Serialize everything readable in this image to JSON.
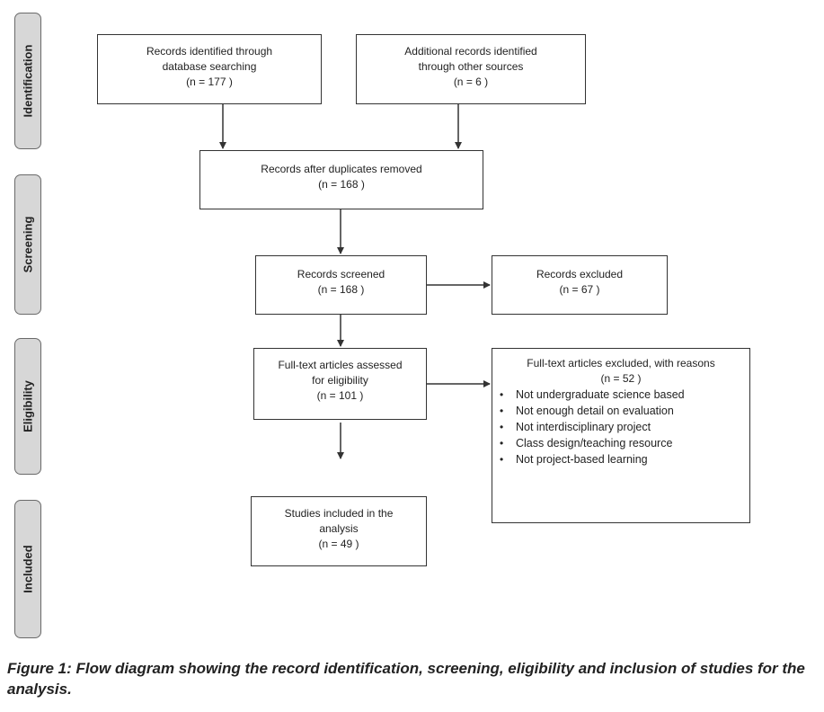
{
  "phases": {
    "identification": "Identification",
    "screening": "Screening",
    "eligibility": "Eligibility",
    "included": "Included"
  },
  "boxes": {
    "database": {
      "line1": "Records identified through",
      "line2": "database searching",
      "line3": "(n = 177 )"
    },
    "additional": {
      "line1": "Additional records identified",
      "line2": "through other sources",
      "line3": "(n = 6 )"
    },
    "duplicates": {
      "line1": "Records after duplicates removed",
      "line2": "(n = 168 )"
    },
    "screened": {
      "line1": "Records screened",
      "line2": "(n = 168 )"
    },
    "excluded": {
      "line1": "Records excluded",
      "line2": "(n = 67 )"
    },
    "fulltext": {
      "line1": "Full-text articles assessed",
      "line2": "for eligibility",
      "line3": "(n = 101 )"
    },
    "fulltext_excluded": {
      "line1": "Full-text articles excluded, with reasons",
      "line2": "(n = 52 )",
      "reasons": [
        "Not undergraduate science based",
        "Not enough detail on evaluation",
        "Not interdisciplinary project",
        "Class design/teaching resource",
        "Not project-based learning"
      ]
    },
    "included": {
      "line1": "Studies included in the",
      "line2": "analysis",
      "line3": "(n = 49 )"
    }
  },
  "caption": "Figure 1: Flow diagram showing the record identification, screening, eligibility and inclusion of studies for the analysis."
}
